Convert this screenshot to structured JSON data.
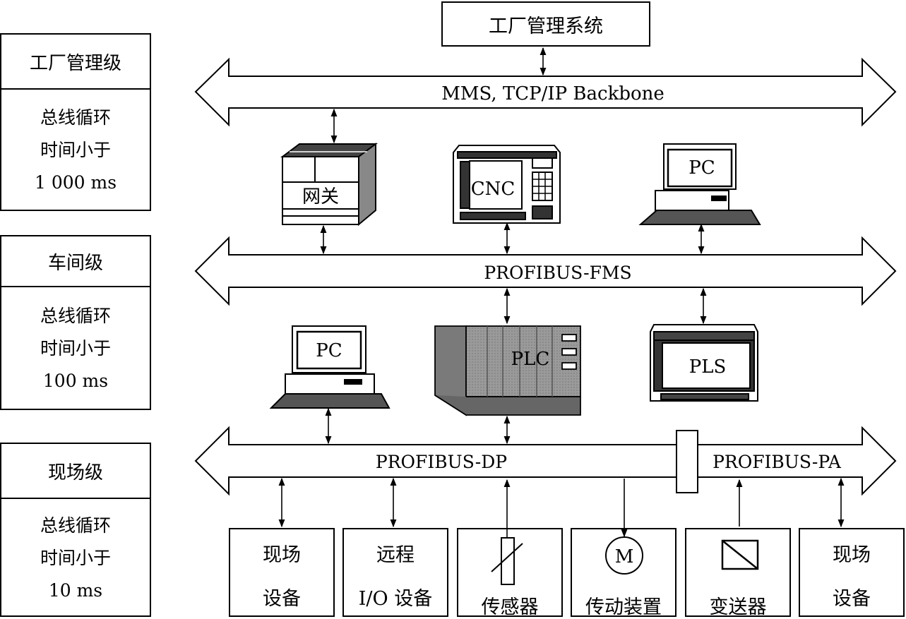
{
  "levels": [
    {
      "title": "工厂管理级",
      "lines": [
        "总线循环",
        "时间小于",
        "1 000 ms"
      ]
    },
    {
      "title": "车间级",
      "lines": [
        "总线循环",
        "时间小于",
        "100 ms"
      ]
    },
    {
      "title": "现场级",
      "lines": [
        "总线循环",
        "时间小于",
        "10 ms"
      ]
    }
  ],
  "top_system": "工厂管理系统",
  "buses": {
    "backbone": "MMS, TCP/IP Backbone",
    "fms": "PROFIBUS-FMS",
    "dp": "PROFIBUS-DP",
    "pa": "PROFIBUS-PA"
  },
  "devices": {
    "gateway": "网关",
    "cnc": "CNC",
    "pc_top": "PC",
    "pc_mid": "PC",
    "plc": "PLC",
    "pls": "PLS"
  },
  "field_devices": [
    {
      "line1": "现场",
      "line2": "设备"
    },
    {
      "line1": "远程",
      "line2": "I/O 设备"
    },
    {
      "line1": "",
      "line2": "传感器"
    },
    {
      "line1": "",
      "line2": "传动装置",
      "symbol": "M"
    },
    {
      "line1": "",
      "line2": "变送器"
    },
    {
      "line1": "现场",
      "line2": "设备"
    }
  ]
}
